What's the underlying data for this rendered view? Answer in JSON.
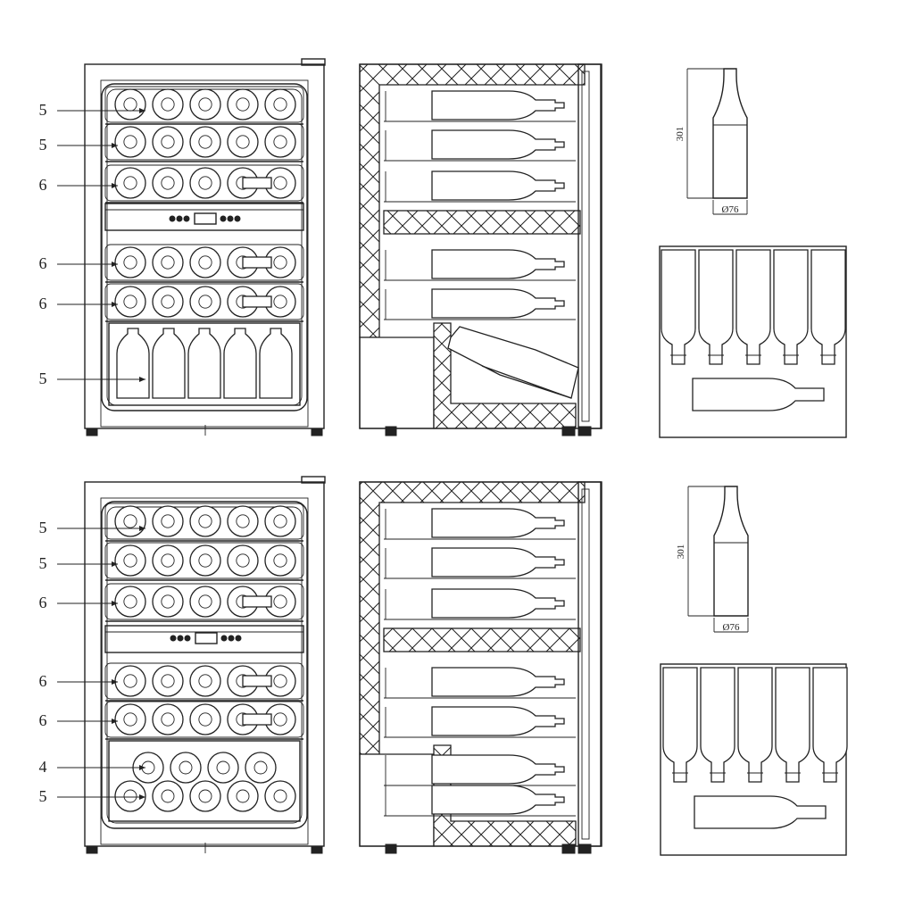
{
  "top_unit": {
    "shelf_labels": [
      "5",
      "5",
      "6",
      "6",
      "6",
      "5"
    ],
    "bottle_height_label": "301",
    "bottle_diameter_label": "Ø76"
  },
  "bottom_unit": {
    "shelf_labels": [
      "5",
      "5",
      "6",
      "6",
      "6",
      "4",
      "5"
    ],
    "bottle_height_label": "301",
    "bottle_diameter_label": "Ø76"
  }
}
